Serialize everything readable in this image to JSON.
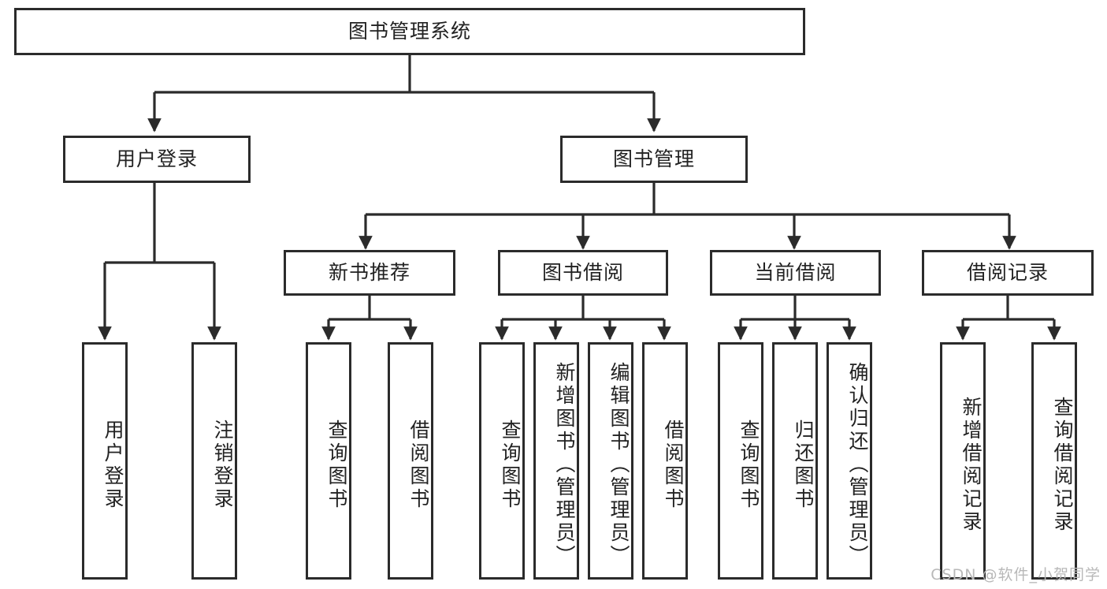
{
  "diagram": {
    "title": "图书管理系统",
    "type": "tree",
    "stroke_color": "#2b2b2b",
    "text_color": "#222222",
    "background": "#ffffff",
    "watermark": "CSDN @软件_小贺同学",
    "nodes": {
      "root": {
        "label": "图书管理系统"
      },
      "level2": [
        {
          "id": "user-login",
          "label": "用户登录"
        },
        {
          "id": "book-manage",
          "label": "图书管理"
        }
      ],
      "level3": [
        {
          "id": "new-book-recommend",
          "label": "新书推荐"
        },
        {
          "id": "book-borrow",
          "label": "图书借阅"
        },
        {
          "id": "current-borrow",
          "label": "当前借阅"
        },
        {
          "id": "borrow-record",
          "label": "借阅记录"
        }
      ],
      "leaves": {
        "user_login": [
          {
            "id": "leaf-user-login",
            "label": "用户登录"
          },
          {
            "id": "leaf-logout-login",
            "label": "注销登录"
          }
        ],
        "new_book_recommend": [
          {
            "id": "leaf-query-book-1",
            "label": "查询图书"
          },
          {
            "id": "leaf-borrow-book-1",
            "label": "借阅图书"
          }
        ],
        "book_borrow": [
          {
            "id": "leaf-query-book-2",
            "label": "查询图书"
          },
          {
            "id": "leaf-add-book",
            "label": "新增图书（管理员）"
          },
          {
            "id": "leaf-edit-book",
            "label": "编辑图书（管理员）"
          },
          {
            "id": "leaf-borrow-book-2",
            "label": "借阅图书"
          }
        ],
        "current_borrow": [
          {
            "id": "leaf-query-book-3",
            "label": "查询图书"
          },
          {
            "id": "leaf-return-book",
            "label": "归还图书"
          },
          {
            "id": "leaf-confirm-return",
            "label": "确认归还（管理员）"
          }
        ],
        "borrow_record": [
          {
            "id": "leaf-add-record",
            "label": "新增借阅记录"
          },
          {
            "id": "leaf-query-record",
            "label": "查询借阅记录"
          }
        ]
      }
    }
  }
}
